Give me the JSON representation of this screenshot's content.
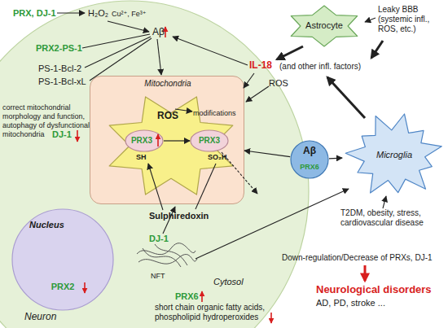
{
  "diagram": {
    "nodes": [
      {
        "text": [
          "Neuron"
        ]
      },
      {
        "text": [
          "Mitochondria"
        ],
        "in": 0
      },
      {
        "text": [
          "ROS",
          "modifications"
        ],
        "in": 1
      },
      {
        "text": [
          "PRX3"
        ],
        "in": 2
      },
      {
        "text": [
          "PRX3"
        ],
        "in": 2
      },
      {
        "text": [
          "Nucleus",
          "PRX2"
        ],
        "in": 0
      },
      {
        "text": [
          "Astrocyte"
        ]
      },
      {
        "text": [
          "Microglia"
        ]
      },
      {
        "text": [
          "Aβ",
          "PRX6"
        ]
      }
    ],
    "edges": [
      {
        "from": 3,
        "to": 4,
        "arrow": "to"
      },
      {
        "from": 8,
        "to": 1,
        "arrow": "to"
      },
      {
        "from": 8,
        "to": 7,
        "arrow": "to"
      }
    ],
    "labels": [
      "PRX, DJ-1",
      "H₂O₂",
      "Cu²⁺, Fe³⁺",
      "Aβ",
      "PRX2-PS-1",
      "PS-1-Bcl-2",
      "PS-1-Bcl-xL",
      "correct mitochondrial morphology and function, autophagy of dysfunctional mitochondria",
      "DJ-1",
      "SH",
      "SO₂H",
      "Sulphiredoxin",
      "DJ-1",
      "NFT",
      "Cytosol",
      "PRX6",
      "short chain organic fatty acids, phospholipid hydroperoxides",
      "Leaky BBB (systemic infl., ROS, etc.)",
      "IL-18",
      "(and other infl. factors)",
      "ROS",
      "T2DM, obesity, stress, cardiovascular disease",
      "Down-regulation/Decrease of PRXs, DJ-1",
      "Neurological disorders",
      "AD, PD, stroke ..."
    ]
  }
}
